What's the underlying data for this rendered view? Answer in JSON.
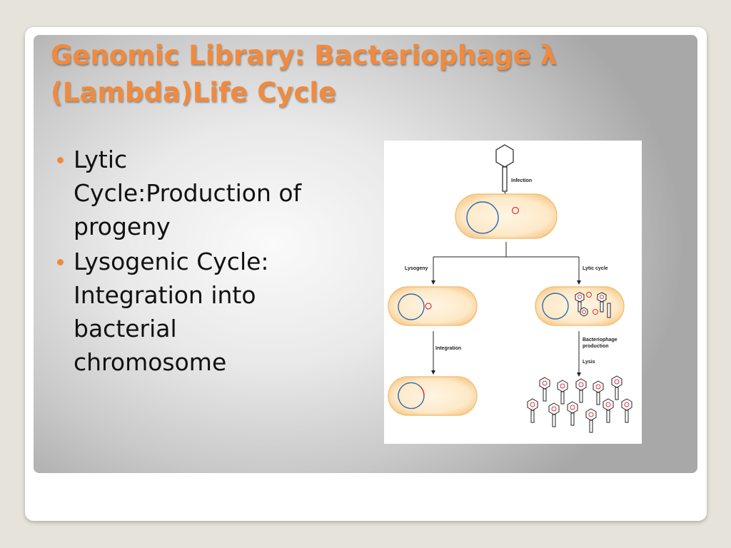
{
  "slide": {
    "title": "Genomic Library: Bacteriophage λ (Lambda)Life Cycle",
    "bullets": [
      "Lytic Cycle:Production of progeny",
      "Lysogenic Cycle: Integration into bacterial chromosome"
    ]
  },
  "diagram": {
    "labels": {
      "infection": "Infection",
      "lysogeny": "Lysogeny",
      "lytic_cycle": "Lytic cycle",
      "integration": "Integration",
      "bacteriophage_production_1": "Bacteriophage",
      "bacteriophage_production_2": "production",
      "lysis": "Lysis"
    },
    "colors": {
      "accent": "#f08a3e",
      "cell_fill": "#fde9c8",
      "cell_edge": "#f6c98a",
      "chromosome": "#2f6bb0",
      "phage_dna": "#e0303a"
    }
  }
}
